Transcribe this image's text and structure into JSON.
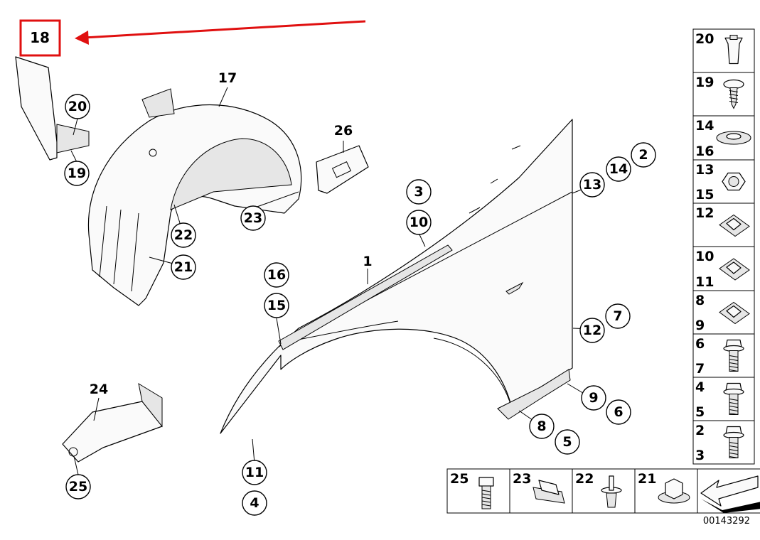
{
  "diagram_id": "00143292",
  "highlight": {
    "label": "18",
    "box_color": "#e01010",
    "arrow_color": "#e01010"
  },
  "callouts": [
    {
      "key": "c17",
      "label": "17"
    },
    {
      "key": "c20a",
      "label": "20"
    },
    {
      "key": "c19a",
      "label": "19"
    },
    {
      "key": "c26",
      "label": "26"
    },
    {
      "key": "c23",
      "label": "23"
    },
    {
      "key": "c22",
      "label": "22"
    },
    {
      "key": "c21",
      "label": "21"
    },
    {
      "key": "c3",
      "label": "3"
    },
    {
      "key": "c10",
      "label": "10"
    },
    {
      "key": "c1",
      "label": "1"
    },
    {
      "key": "c2",
      "label": "2"
    },
    {
      "key": "c14",
      "label": "14"
    },
    {
      "key": "c13",
      "label": "13"
    },
    {
      "key": "c16",
      "label": "16"
    },
    {
      "key": "c15",
      "label": "15"
    },
    {
      "key": "c7",
      "label": "7"
    },
    {
      "key": "c12",
      "label": "12"
    },
    {
      "key": "c9",
      "label": "9"
    },
    {
      "key": "c6",
      "label": "6"
    },
    {
      "key": "c8",
      "label": "8"
    },
    {
      "key": "c5",
      "label": "5"
    },
    {
      "key": "c11",
      "label": "11"
    },
    {
      "key": "c4",
      "label": "4"
    },
    {
      "key": "c24",
      "label": "24"
    },
    {
      "key": "c25",
      "label": "25"
    }
  ],
  "side_panels": [
    {
      "labels": [
        "20"
      ],
      "icon": "plastic-expanding-nut-icon"
    },
    {
      "labels": [
        "19"
      ],
      "icon": "tapping-screw-icon"
    },
    {
      "labels": [
        "14",
        "16"
      ],
      "icon": "washer-icon"
    },
    {
      "labels": [
        "13",
        "15"
      ],
      "icon": "hex-nut-icon"
    },
    {
      "labels": [
        "12"
      ],
      "icon": "clip-nut-icon"
    },
    {
      "labels": [
        "10",
        "11"
      ],
      "icon": "clip-nut-icon"
    },
    {
      "labels": [
        "8",
        "9"
      ],
      "icon": "clip-nut-icon"
    },
    {
      "labels": [
        "6",
        "7"
      ],
      "icon": "flange-bolt-icon"
    },
    {
      "labels": [
        "4",
        "5"
      ],
      "icon": "flange-bolt-icon"
    },
    {
      "labels": [
        "2",
        "3"
      ],
      "icon": "flange-bolt-icon"
    }
  ],
  "bottom_panels": [
    {
      "label": "25",
      "icon": "hex-bolt-icon"
    },
    {
      "label": "23",
      "icon": "spring-nut-icon"
    },
    {
      "label": "22",
      "icon": "expanding-rivet-icon"
    },
    {
      "label": "21",
      "icon": "collar-nut-icon"
    },
    {
      "label": "",
      "icon": "arrow-pointer-icon"
    }
  ]
}
